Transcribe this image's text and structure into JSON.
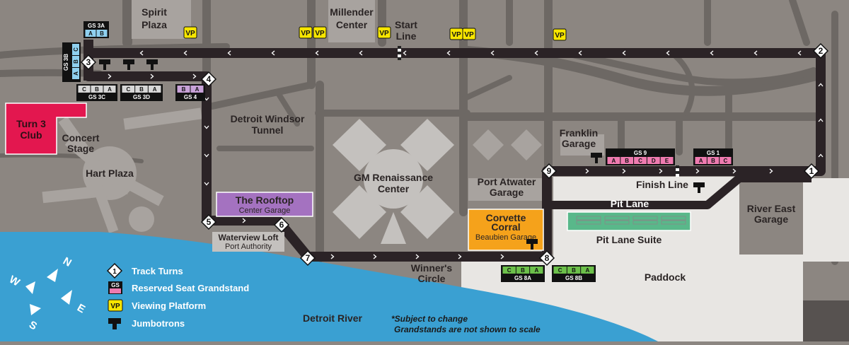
{
  "places": {
    "spirit_plaza": [
      "Spirit",
      "Plaza"
    ],
    "millender": [
      "Millender",
      "Center"
    ],
    "start_line": [
      "Start",
      "Line"
    ],
    "windsor_tunnel": [
      "Detroit Windsor",
      "Tunnel"
    ],
    "concert_stage": [
      "Concert",
      "Stage"
    ],
    "hart_plaza": "Hart Plaza",
    "turn3_club": [
      "Turn 3",
      "Club"
    ],
    "rooftop": {
      "title": "The Rooftop",
      "sub": "Center Garage"
    },
    "waterview": {
      "title": "Waterview Loft",
      "sub": "Port Authority"
    },
    "gm_center": [
      "GM Renaissance",
      "Center"
    ],
    "port_atwater": [
      "Port Atwater",
      "Garage"
    ],
    "franklin": [
      "Franklin",
      "Garage"
    ],
    "corvette": {
      "title1": "Corvette",
      "title2": "Corral",
      "sub": "Beaubien Garage"
    },
    "finish_line": "Finish Line",
    "pit_lane": "Pit Lane",
    "pit_lane_suite": "Pit Lane Suite",
    "river_east": [
      "River East",
      "Garage"
    ],
    "paddock": "Paddock",
    "winners_circle": [
      "Winner's",
      "Circle"
    ],
    "detroit_river": "Detroit River"
  },
  "turns": [
    "1",
    "2",
    "3",
    "4",
    "5",
    "6",
    "7",
    "8",
    "9"
  ],
  "viewing_platform_label": "VP",
  "grandstands": {
    "gs3a": {
      "name": "GS 3A",
      "sections": [
        "A",
        "B"
      ]
    },
    "gs3b": {
      "name": "GS 3B",
      "sections": [
        "A",
        "B",
        "C"
      ]
    },
    "gs3c": {
      "name": "GS 3C",
      "sections": [
        "C",
        "B",
        "A"
      ]
    },
    "gs3d": {
      "name": "GS 3D",
      "sections": [
        "C",
        "B",
        "A"
      ]
    },
    "gs4": {
      "name": "GS 4",
      "sections": [
        "B",
        "A"
      ]
    },
    "gs9": {
      "name": "GS 9",
      "sections": [
        "A",
        "B",
        "C",
        "D",
        "E"
      ]
    },
    "gs1": {
      "name": "GS 1",
      "sections": [
        "A",
        "B",
        "C"
      ]
    },
    "gs8a": {
      "name": "GS 8A",
      "sections": [
        "C",
        "B",
        "A"
      ]
    },
    "gs8b": {
      "name": "GS 8B",
      "sections": [
        "C",
        "B",
        "A"
      ]
    }
  },
  "compass": {
    "n": "N",
    "e": "E",
    "s": "S",
    "w": "W"
  },
  "legend": {
    "turn_symbol": "1",
    "turns": "Track Turns",
    "gs_symbol": "GS",
    "gs": "Reserved Seat Grandstand",
    "vp_symbol": "VP",
    "vp": "Viewing Platform",
    "jumbotrons": "Jumbotrons"
  },
  "note": [
    "*Subject to change",
    "Grandstands are not shown to scale"
  ],
  "colors": {
    "background": "#8c8681",
    "street": "#6d6864",
    "track": "#2b2326",
    "river": "#3aa0d2",
    "paddock_area": "#e8e6e3",
    "turn3_club": "#e3174f",
    "rooftop": "#a472c0",
    "corvette": "#f5a21b",
    "pit_suite": "#59b88a",
    "gs_blue": "#8fd0ef",
    "gs_grey": "#d7d7d7",
    "gs_purple": "#c8a2d8",
    "gs_pink": "#ef7bb0",
    "gs_green": "#6cc04a",
    "vp_yellow": "#f7e600"
  }
}
